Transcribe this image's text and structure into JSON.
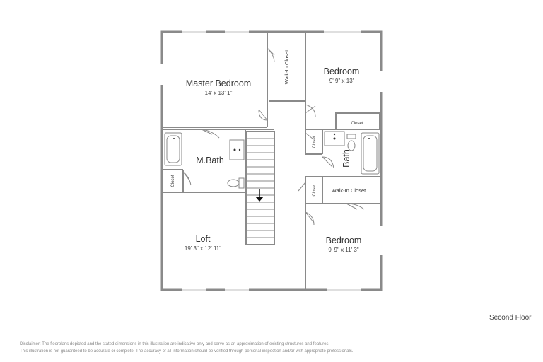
{
  "rooms": {
    "master_bedroom": {
      "name": "Master Bedroom",
      "dims": "14' x 13' 1\""
    },
    "walk_in_closet_top": {
      "name": "Walk-In Closet"
    },
    "bedroom_top": {
      "name": "Bedroom",
      "dims": "9' 9\" x 13'"
    },
    "closet_top_right": {
      "name": "Closet"
    },
    "m_bath": {
      "name": "M.Bath"
    },
    "closet_mbath": {
      "name": "Closet"
    },
    "closet_hall": {
      "name": "Closet"
    },
    "bath": {
      "name": "Bath"
    },
    "closet_hall_lower": {
      "name": "Closet"
    },
    "walk_in_closet_right": {
      "name": "Walk-In Closet"
    },
    "loft": {
      "name": "Loft",
      "dims": "19' 3\" x 12' 11\""
    },
    "bedroom_bottom": {
      "name": "Bedroom",
      "dims": "9' 9\" x 11' 3\""
    }
  },
  "floor_label": "Second Floor",
  "disclaimer": [
    "Disclaimer: The floorplans depicted and the stated dimensions in this illustration are indicative only and serve as an approximation of existing structures and features.",
    "This illustration is not guaranteed to be accurate or complete. The accuracy of all information should be verified through personal inspection and/or with appropriate professionals."
  ],
  "colors": {
    "wall": "#8a8a8a",
    "line": "#666666",
    "text": "#333333"
  }
}
